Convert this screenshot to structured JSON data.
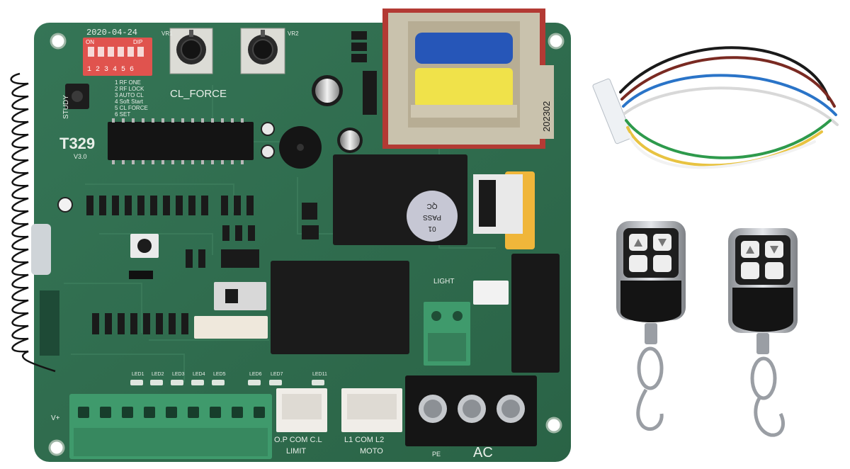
{
  "board": {
    "date": "2020-04-24",
    "model": "T329",
    "version": "V3.0",
    "dip_on": "ON",
    "dip_label": "DIP",
    "dip_numbers": "1 2 3 4 5 6",
    "dip_legend": [
      "1 RF ONE",
      "2 RF LOCK",
      "3 AUTO CL",
      "4 Soft Start",
      "5 CL FORCE",
      "6 SET"
    ],
    "pot_label": "CL_FORCE",
    "vr1": "VR1",
    "vr2": "VR2",
    "study": "STUDY",
    "light": "LIGHT",
    "transformer_code": "202302",
    "qc_line1": "QC",
    "qc_line2": "PASS",
    "qc_line3": "01",
    "terminal_labels": {
      "limit_pins": "O.P COM C.L",
      "limit": "LIMIT",
      "moto_pins": "L1 COM L2",
      "moto": "MOTO",
      "pe": "PE",
      "ac": "AC"
    },
    "led_labels": [
      "LED1",
      "LED2",
      "LED3",
      "LED4",
      "LED5",
      "LED6",
      "LED7",
      "LED11"
    ],
    "power_label": "V+"
  },
  "colors": {
    "pcb": "#2f6b4c",
    "pcb_dark": "#23573c",
    "terminal_green": "#3f9a6c",
    "relay_black": "#1b1b1b",
    "transformer_frame": "#c9c2ad",
    "dip_red": "#e0534e"
  }
}
